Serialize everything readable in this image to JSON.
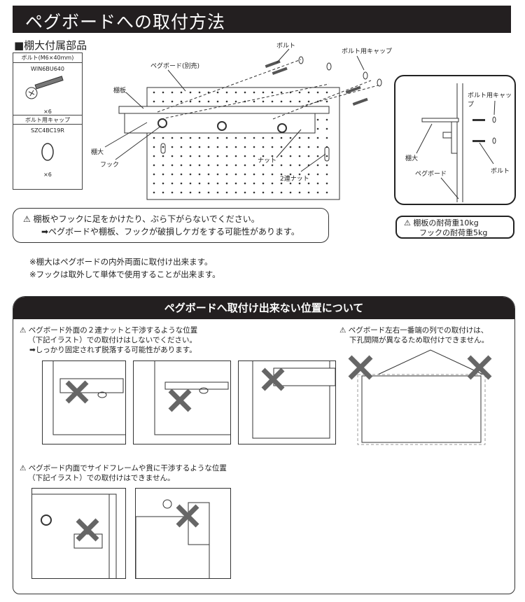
{
  "title": "ペグボードへの取付方法",
  "parts_section": {
    "heading": "■棚大付属部品",
    "bolt": {
      "name": "ボルト(M6×40mm)",
      "code": "WIN6BU640",
      "qty": "×6"
    },
    "cap": {
      "name": "ボルト用キャップ",
      "code": "SZC4BC19R",
      "qty": "×6"
    }
  },
  "diagram_labels": {
    "bolt": "ボルト",
    "bolt_cap": "ボルト用キャップ",
    "pegboard": "ペグボード(別売)",
    "shelf_board": "棚板",
    "shelf": "棚大",
    "hook": "フック",
    "nut": "ナット",
    "double_nut": "2連ナット"
  },
  "side_diagram": {
    "bolt_cap": "ボルト用キャップ",
    "shelf": "棚大",
    "bolt": "ボルト",
    "pegboard": "ペグボード"
  },
  "warning": {
    "line1": "棚板やフックに足をかけたり、ぶら下がらないでください。",
    "line2": "➡ペグボードや棚板、フックが破損しケガをする可能性があります。"
  },
  "load": {
    "line1": "棚板の耐荷重10kg",
    "line2": "フックの耐荷重5kg"
  },
  "notes": [
    "※棚大はペグボードの内外両面に取付け出来ます。",
    "※フックは取外して単体で使用することが出来ます。"
  ],
  "lower": {
    "heading": "ペグボードへ取付け出来ない位置について",
    "caution1": [
      "⚠ ペグボード外面の２連ナットと干渉するような位置",
      "（下記イラスト）での取付けはしないでください。",
      "➡しっかり固定されず脱落する可能性があります。"
    ],
    "caution2": [
      "⚠ ペグボード左右一番端の列での取付けは、",
      "下孔間隔が異なるため取付けできません。"
    ],
    "caution3": [
      "⚠ ペグボード内面でサイドフレームや貫に干渉するような位置",
      "（下記イラスト）での取付けはできません。"
    ]
  }
}
